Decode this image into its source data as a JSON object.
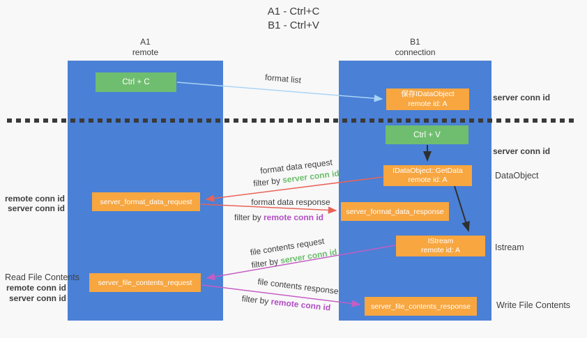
{
  "title": {
    "line1": "A1 - Ctrl+C",
    "line2": "B1 - Ctrl+V"
  },
  "lanes": {
    "a1": {
      "title": "A1",
      "subtitle": "remote"
    },
    "b1": {
      "title": "B1",
      "subtitle": "connection"
    }
  },
  "nodes": {
    "ctrl_c": {
      "label": "Ctrl + C"
    },
    "save_dataobject": {
      "line1": "保存IDataObject",
      "line2": "remote id: A"
    },
    "ctrl_v": {
      "label": "Ctrl + V"
    },
    "getdata": {
      "line1": "IDataObject::GetData",
      "line2": "remote id: A"
    },
    "format_request": {
      "label": "server_format_data_request"
    },
    "format_response": {
      "label": "server_format_data_response"
    },
    "istream": {
      "line1": "IStream",
      "line2": "remote id: A"
    },
    "file_request": {
      "label": "server_file_contents_request"
    },
    "file_response": {
      "label": "server_file_contents_response"
    }
  },
  "flow_labels": {
    "format_list": "format list",
    "format_data_request": "format data request",
    "format_data_response": "format data response",
    "file_contents_request": "file contents request",
    "file_contents_response": "file contents response",
    "filter_by": "filter by ",
    "server_conn_id": "server conn id",
    "remote_conn_id": "remote conn id"
  },
  "annotations": {
    "right": {
      "server_conn_id_top": "server conn id",
      "server_conn_id_mid": "server conn id",
      "dataobject": "DataObject",
      "istream": "Istream",
      "write_file_contents": "Write File Contents"
    },
    "left": {
      "remote_conn_id_1": "remote conn id",
      "server_conn_id_1": "server conn id",
      "read_file_contents": "Read File Contents",
      "remote_conn_id_2": "remote conn id",
      "server_conn_id_2": "server conn id"
    }
  },
  "colors": {
    "lane_blue": "#4A80D6",
    "node_green": "#6FBE6F",
    "node_orange": "#F7A640",
    "accent_green": "#6CBE6C",
    "accent_purple": "#B14EC4",
    "arrow_red": "#E96358",
    "arrow_magenta": "#C45EC4",
    "arrow_lightblue": "#A9D5F5",
    "arrow_black": "#2F2F2F"
  }
}
